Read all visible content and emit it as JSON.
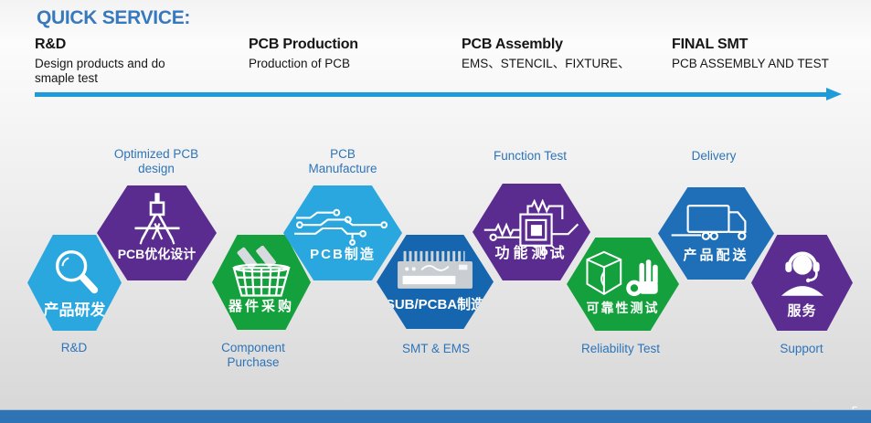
{
  "slide": {
    "title": "QUICK SERVICE:",
    "page_number": "5"
  },
  "phases": [
    {
      "title": "R&D",
      "subtitle": "Design products and do smaple test"
    },
    {
      "title": "PCB Production",
      "subtitle": "Production of PCB"
    },
    {
      "title": "PCB Assembly",
      "subtitle": "EMS、STENCIL、FIXTURE、"
    },
    {
      "title": "FINAL SMT",
      "subtitle": "PCB ASSEMBLY AND TEST"
    }
  ],
  "steps": [
    {
      "id": "rd",
      "label_cn": "产品研发",
      "label_en": "R&D",
      "icon": "magnifier-icon",
      "color": "#2AA7DF"
    },
    {
      "id": "pcb-design",
      "label_cn": "PCB优化设计",
      "label_en": "Optimized PCB design",
      "icon": "drafting-compass-icon",
      "color": "#5B2C8F"
    },
    {
      "id": "component-purchase",
      "label_cn": "器件采购",
      "label_en": "Component Purchase",
      "icon": "shopping-basket-icon",
      "color": "#14A03C"
    },
    {
      "id": "pcb-manufacture",
      "label_cn": "PCB制造",
      "label_en": "PCB Manufacture",
      "icon": "circuit-traces-icon",
      "color": "#2AA7DF"
    },
    {
      "id": "smt-ems",
      "label_cn": "SUB/PCBA制造",
      "label_en": "SMT & EMS",
      "icon": "pcb-board-icon",
      "color": "#1566AE"
    },
    {
      "id": "function-test",
      "label_cn": "功能测试",
      "label_en": "Function Test",
      "icon": "ic-chip-test-icon",
      "color": "#5B2C8F"
    },
    {
      "id": "reliability-test",
      "label_cn": "可靠性测试",
      "label_en": "Reliability Test",
      "icon": "reliability-box-hand-icon",
      "color": "#14A03C"
    },
    {
      "id": "delivery",
      "label_cn": "产品配送",
      "label_en": "Delivery",
      "icon": "delivery-truck-icon",
      "color": "#1E6FB8"
    },
    {
      "id": "support",
      "label_cn": "服务",
      "label_en": "Support",
      "icon": "headset-support-icon",
      "color": "#5C2D91"
    }
  ],
  "colors": {
    "title_blue": "#3879BE",
    "step_label_blue": "#2E74B8",
    "arrow_blue": "#1F9CD8",
    "footer_bar_blue": "#2E74B5"
  }
}
